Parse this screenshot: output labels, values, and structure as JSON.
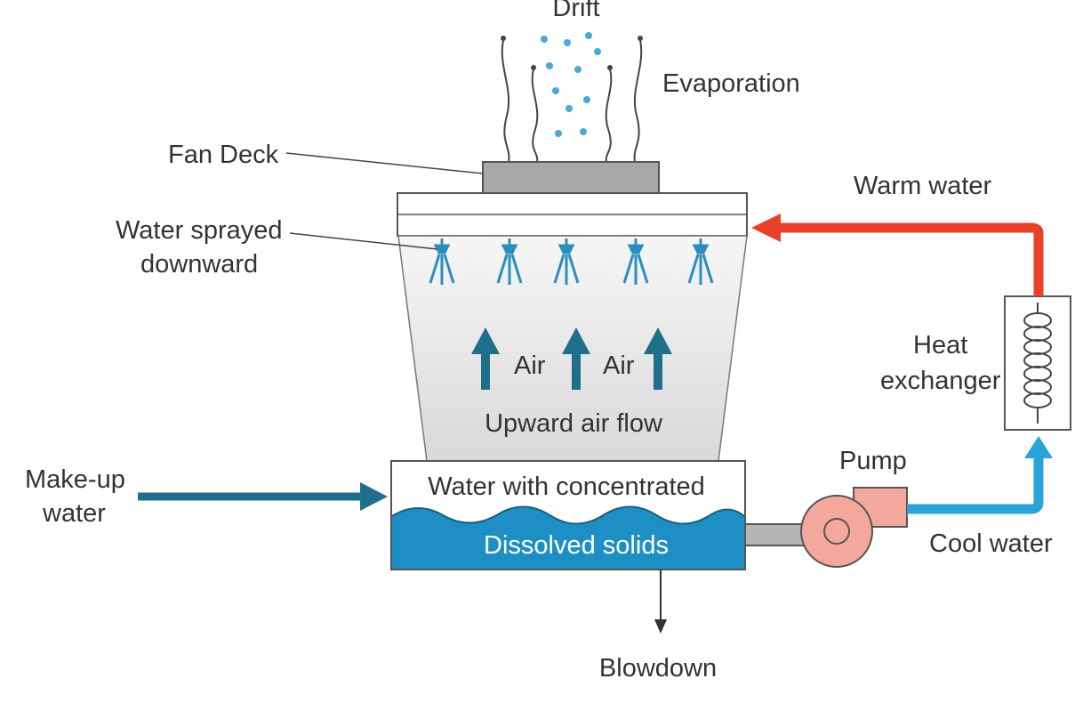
{
  "labels": {
    "drift": "Drift",
    "evaporation": "Evaporation",
    "fan_deck": "Fan Deck",
    "warm_water": "Warm water",
    "water_sprayed_line1": "Water sprayed",
    "water_sprayed_line2": "downward",
    "air_1": "Air",
    "air_2": "Air",
    "upward_air_flow": "Upward air flow",
    "heat_exchanger_line1": "Heat",
    "heat_exchanger_line2": "exchanger",
    "pump": "Pump",
    "makeup_line1": "Make-up",
    "makeup_line2": "water",
    "basin_text": "Water with concentrated",
    "dissolved_solids": "Dissolved solids",
    "cool_water": "Cool water",
    "blowdown": "Blowdown"
  },
  "colors": {
    "teal": "#1f6f8b",
    "water_blue": "#1e8fc4",
    "warm_red": "#e8402a",
    "cool_blue": "#2aa3d8",
    "pump_pink": "#f3a89b",
    "fan_deck_gray": "#a8a8a8",
    "tower_body": "#e6e6e6"
  }
}
